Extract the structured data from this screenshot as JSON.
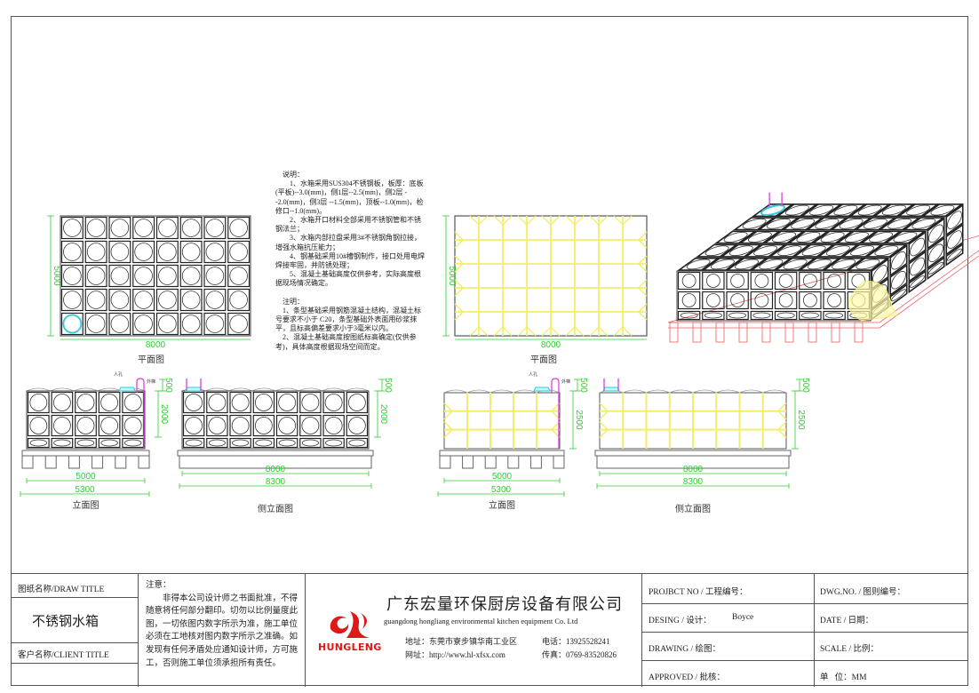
{
  "notes": {
    "title": "说明：",
    "items": [
      "1、水箱采用SUS304不锈钢板，板厚：底板(平板)--3.0(mm)，侧1层--2.5(mm)，侧2层 --2.0(mm)，侧3层 --1.5(mm)，顶板--1.0(mm)，检修口--1.0(mm)。",
      "2、水箱开口材料全部采用不锈钢管和不锈钢法兰；",
      "3、水箱内部拉盘采用3#不锈钢角钢拉接，增强水箱抗压能力；",
      "4、钢基础采用10#槽钢制作，接口处用电焊焊接牢固，并防锈处理；",
      "5、混凝土基础高度仅供参考，实际高度根据现场情况确定。"
    ]
  },
  "remarks": {
    "title": "注明：",
    "items": [
      "1、条型基础采用钢筋混凝土结构，混凝土标号要求不小于 C20，条型基础外表面用砂浆抹平，且标高偏差要求小于3毫米以内。",
      "2、混凝土基础高度按图纸标高确定(仅供参考)，具体高度根据现场空间而定。"
    ]
  },
  "views": {
    "plan": {
      "label": "平面图",
      "width_dim": "8000",
      "depth_dim": "5000",
      "cols": 8,
      "rows": 5
    },
    "plan_frame": {
      "label": "平面图",
      "width_dim": "8000",
      "depth_dim": "5000",
      "cols": 8,
      "rows": 5
    },
    "front": {
      "label": "立面图",
      "inner_dim": "5000",
      "outer_dim": "5300",
      "height_dim": "2000",
      "pipe_dim": "500",
      "cols": 5,
      "manhole": "人孔",
      "ladder": "外梯"
    },
    "side": {
      "label": "侧立面图",
      "inner_dim": "8000",
      "outer_dim": "8300",
      "height_dim": "2000",
      "pipe_dim": "500",
      "cols": 8
    },
    "front_frame": {
      "label": "立面图",
      "inner_dim": "5000",
      "outer_dim": "5300",
      "height_dim": "2500",
      "pipe_dim": "500",
      "cols": 5,
      "manhole": "人孔",
      "ladder": "外梯"
    },
    "side_frame": {
      "label": "侧立面图",
      "inner_dim": "8000",
      "outer_dim": "8300",
      "height_dim": "2500",
      "pipe_dim": "500",
      "cols": 8
    }
  },
  "colors": {
    "dimension": "#33cc33",
    "brace": "#f3ee6a",
    "pipe": "#e040e0",
    "manhole": "#35c8d8",
    "base3d": "#e86060",
    "logo": "#e01818"
  },
  "title_block": {
    "draw_title_label": "图纸名称/DRAW TITLE",
    "draw_title": "不锈钢水箱",
    "client_title_label": "客户名称/CLIENT TITLE",
    "client_title": "",
    "caution_title": "注意：",
    "caution_text": "非得本公司设计师之书面批准，不得随意将任何部分翻印。切勿以比例量度此图，一切依图内数字所示为准，施工单位必须在工地核对图内数字所示之准确。如发现有任何矛盾处应通知设计师，方可施工，否则施工单位须承担所有责任。",
    "logo_text": "HUNGLENG",
    "company_cn": "广东宏量环保厨房设备有限公司",
    "company_en": "guangdong hongliang environmental kitchen equipment Co. Ltd",
    "address": "地址：东莞市寮步镇华南工业区",
    "website": "网址：http://www.hl-xfsx.com",
    "phone": "电话：13925528241",
    "fax": "传真：0769-83520826",
    "project_no": "PROJBCT NO / 工程编号：",
    "design_label": "DESING / 设计：",
    "designer": "Boyce",
    "drawing": "DRAWING  / 绘图：",
    "approved": "APPROVED / 批核：",
    "dwg_no": "DWG.NO. / 图则编号：",
    "date": "DATE / 日期：",
    "scale": "SCALE / 比例：",
    "unit": "单   位：MM"
  }
}
